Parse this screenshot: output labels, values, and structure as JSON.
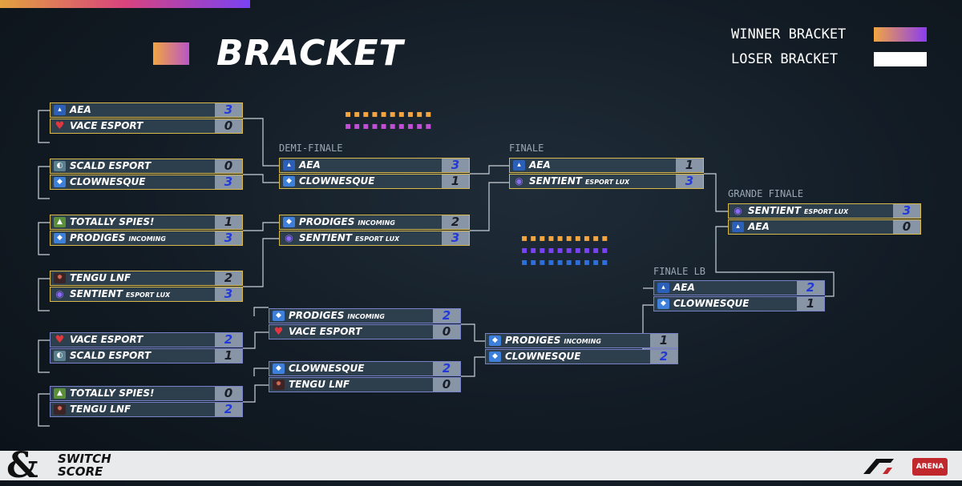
{
  "header": {
    "title": "BRACKET"
  },
  "legend": [
    {
      "label": "WINNER BRACKET",
      "color_from": "#f2a541",
      "color_to": "#8a3df0"
    },
    {
      "label": "LOSER BRACKET",
      "color": "#ffffff"
    }
  ],
  "rounds": {
    "demi": "DEMI-FINALE",
    "finale": "FINALE",
    "grande": "GRANDE FINALE",
    "finale_lb": "FINALE LB"
  },
  "colors": {
    "winner_score": "#2339d8",
    "winner_border": "#d9b94a",
    "loser_border": "#7782c8"
  },
  "matches": [
    {
      "id": "wb-r1-1",
      "teams": [
        {
          "name": "AEA",
          "logo": "aea-logo",
          "score": "3",
          "win": true
        },
        {
          "name": "VACE ESPORT",
          "logo": "vace-logo",
          "score": "0",
          "win": false
        }
      ]
    },
    {
      "id": "wb-r1-2",
      "teams": [
        {
          "name": "SCALD ESPORT",
          "logo": "scald-logo",
          "score": "0",
          "win": false
        },
        {
          "name": "CLOWNESQUE",
          "logo": "rl-logo",
          "score": "3",
          "win": true
        }
      ]
    },
    {
      "id": "wb-r1-3",
      "teams": [
        {
          "name": "TOTALLY SPIES!",
          "logo": "spies-logo",
          "score": "1",
          "win": false
        },
        {
          "name": "PRODIGES",
          "suffix": "INCOMING",
          "logo": "rl-logo",
          "score": "3",
          "win": true
        }
      ]
    },
    {
      "id": "wb-r1-4",
      "teams": [
        {
          "name": "TENGU LNF",
          "logo": "tengu-logo",
          "score": "2",
          "win": false
        },
        {
          "name": "SENTIENT",
          "suffix": "ESPORT LUX",
          "logo": "sentient-logo",
          "score": "3",
          "win": true
        }
      ]
    },
    {
      "id": "wb-semi-1",
      "teams": [
        {
          "name": "AEA",
          "logo": "aea-logo",
          "score": "3",
          "win": true
        },
        {
          "name": "CLOWNESQUE",
          "logo": "rl-logo",
          "score": "1",
          "win": false
        }
      ]
    },
    {
      "id": "wb-semi-2",
      "teams": [
        {
          "name": "PRODIGES",
          "suffix": "INCOMING",
          "logo": "rl-logo",
          "score": "2",
          "win": false
        },
        {
          "name": "SENTIENT",
          "suffix": "ESPORT LUX",
          "logo": "sentient-logo",
          "score": "3",
          "win": true
        }
      ]
    },
    {
      "id": "wb-final",
      "teams": [
        {
          "name": "AEA",
          "logo": "aea-logo",
          "score": "1",
          "win": false
        },
        {
          "name": "SENTIENT",
          "suffix": "ESPORT LUX",
          "logo": "sentient-logo",
          "score": "3",
          "win": true
        }
      ]
    },
    {
      "id": "grand-final",
      "teams": [
        {
          "name": "SENTIENT",
          "suffix": "ESPORT LUX",
          "logo": "sentient-logo",
          "score": "3",
          "win": true
        },
        {
          "name": "AEA",
          "logo": "aea-logo",
          "score": "0",
          "win": false
        }
      ]
    },
    {
      "id": "lb-r1-1",
      "teams": [
        {
          "name": "VACE ESPORT",
          "logo": "vace-logo",
          "score": "2",
          "win": true
        },
        {
          "name": "SCALD ESPORT",
          "logo": "scald-logo",
          "score": "1",
          "win": false
        }
      ]
    },
    {
      "id": "lb-r1-2",
      "teams": [
        {
          "name": "TOTALLY SPIES!",
          "logo": "spies-logo",
          "score": "0",
          "win": false
        },
        {
          "name": "TENGU LNF",
          "logo": "tengu-logo",
          "score": "2",
          "win": true
        }
      ]
    },
    {
      "id": "lb-r2-1",
      "teams": [
        {
          "name": "PRODIGES",
          "suffix": "INCOMING",
          "logo": "rl-logo",
          "score": "2",
          "win": true
        },
        {
          "name": "VACE ESPORT",
          "logo": "vace-logo",
          "score": "0",
          "win": false
        }
      ]
    },
    {
      "id": "lb-r2-2",
      "teams": [
        {
          "name": "CLOWNESQUE",
          "logo": "rl-logo",
          "score": "2",
          "win": true
        },
        {
          "name": "TENGU LNF",
          "logo": "tengu-logo",
          "score": "0",
          "win": false
        }
      ]
    },
    {
      "id": "lb-semi",
      "teams": [
        {
          "name": "PRODIGES",
          "suffix": "INCOMING",
          "logo": "rl-logo",
          "score": "1",
          "win": false
        },
        {
          "name": "CLOWNESQUE",
          "logo": "rl-logo",
          "score": "2",
          "win": true
        }
      ]
    },
    {
      "id": "lb-final",
      "teams": [
        {
          "name": "AEA",
          "logo": "aea-logo",
          "score": "2",
          "win": true
        },
        {
          "name": "CLOWNESQUE",
          "logo": "rl-logo",
          "score": "1",
          "win": false
        }
      ]
    }
  ],
  "footer": {
    "brand_amp": "&",
    "brand_line1": "SWITCH",
    "brand_line2": "SCORE",
    "partner": "ARENA"
  }
}
